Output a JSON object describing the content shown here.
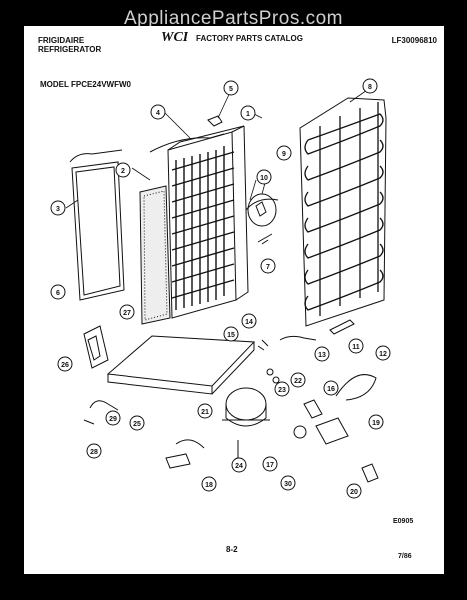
{
  "watermark": "AppliancePartsPros.com",
  "header": {
    "brand_line1": "FRIGIDAIRE",
    "brand_line2": "REFRIGERATOR",
    "catalog_title": "FACTORY PARTS CATALOG",
    "part_number": "LF30096810",
    "model": "MODEL FPCE24VWFW0"
  },
  "footer": {
    "drawing_code": "E0905",
    "page": "8-2",
    "date": "7/86"
  },
  "callouts": [
    "1",
    "2",
    "3",
    "4",
    "5",
    "6",
    "7",
    "8",
    "9",
    "10",
    "11",
    "12",
    "13",
    "14",
    "15",
    "16",
    "17",
    "18",
    "19",
    "20",
    "21",
    "22",
    "23",
    "24",
    "25",
    "26",
    "27",
    "28",
    "29",
    "30"
  ]
}
